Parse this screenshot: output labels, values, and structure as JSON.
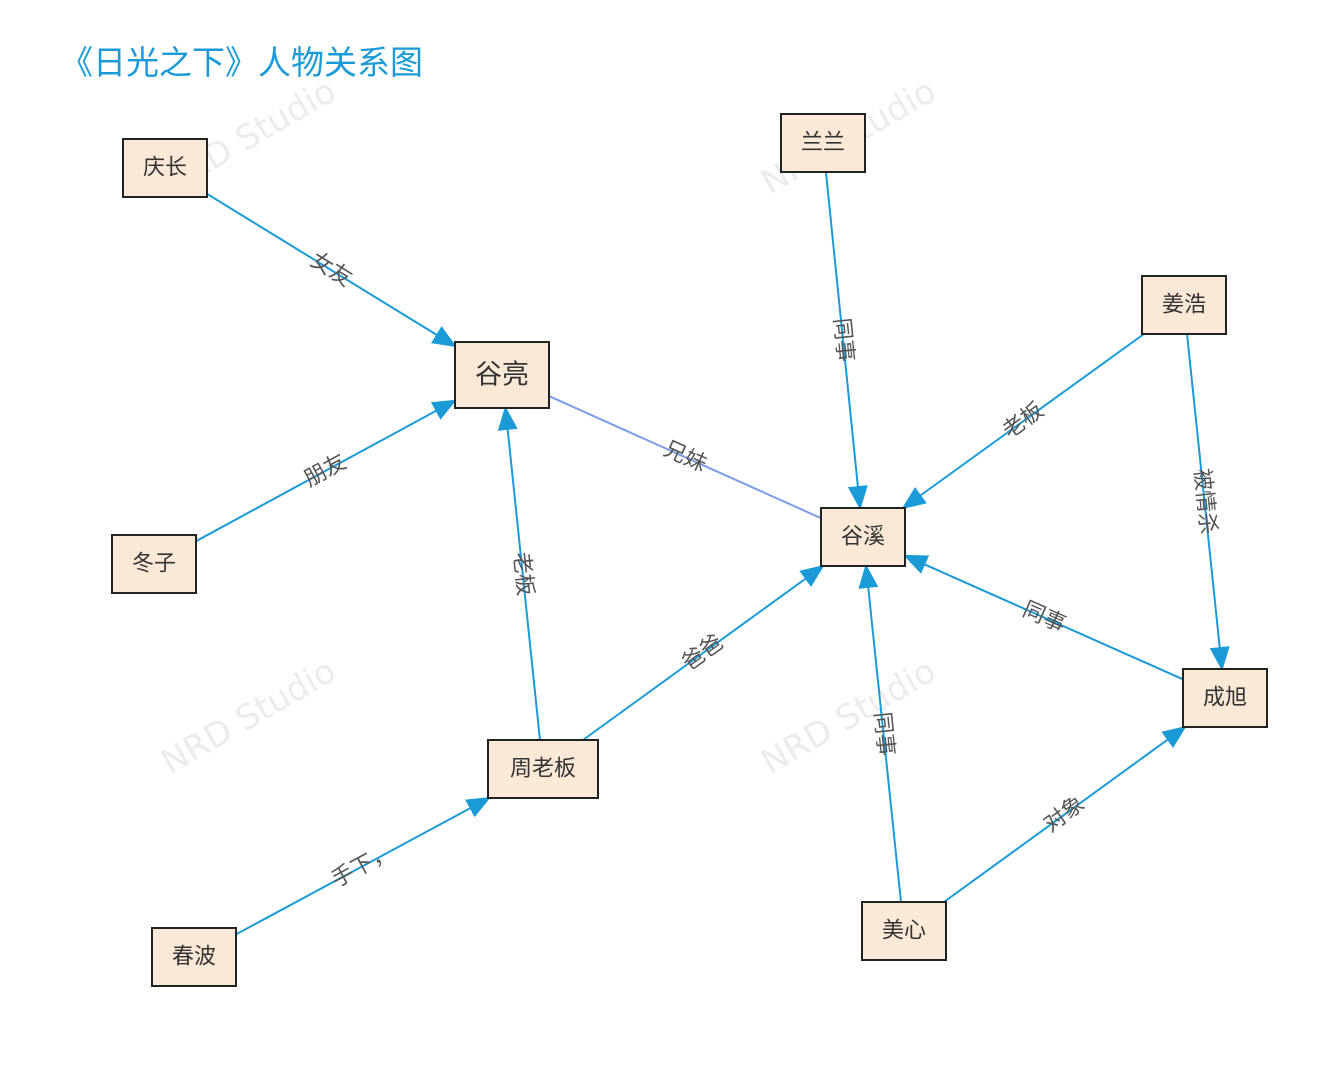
{
  "title": "《日光之下》人物关系图",
  "watermark": "NRD Studio",
  "colors": {
    "title": "#1a9bd7",
    "edge": "#1a9bd7",
    "sibling_edge": "#7b9de8",
    "node_fill": "#fbe9d7",
    "node_border": "#222222",
    "label_text": "#555555"
  },
  "nodes": [
    {
      "id": "guliang",
      "label": "谷亮"
    },
    {
      "id": "guxi",
      "label": "谷溪"
    },
    {
      "id": "qingchang",
      "label": "庆长"
    },
    {
      "id": "dongzi",
      "label": "冬子"
    },
    {
      "id": "zhoulaoban",
      "label": "周老板"
    },
    {
      "id": "chunbo",
      "label": "春波"
    },
    {
      "id": "lanlan",
      "label": "兰兰"
    },
    {
      "id": "jianghao",
      "label": "姜浩"
    },
    {
      "id": "chengxu",
      "label": "成旭"
    },
    {
      "id": "meixin",
      "label": "美心"
    }
  ],
  "edges": [
    {
      "from": "qingchang",
      "to": "guliang",
      "label": "女友",
      "directed": true
    },
    {
      "from": "dongzi",
      "to": "guliang",
      "label": "朋友",
      "directed": true
    },
    {
      "from": "zhoulaoban",
      "to": "guliang",
      "label": "老板",
      "directed": true
    },
    {
      "from": "guliang",
      "to": "guxi",
      "label": "兄妹",
      "directed": false
    },
    {
      "from": "zhoulaoban",
      "to": "guxi",
      "label": "爸爸",
      "directed": true
    },
    {
      "from": "chunbo",
      "to": "zhoulaoban",
      "label": "手下，",
      "directed": true
    },
    {
      "from": "lanlan",
      "to": "guxi",
      "label": "同事",
      "directed": true
    },
    {
      "from": "jianghao",
      "to": "guxi",
      "label": "老板",
      "directed": true
    },
    {
      "from": "jianghao",
      "to": "chengxu",
      "label": "被情杀",
      "directed": true
    },
    {
      "from": "chengxu",
      "to": "guxi",
      "label": "同事",
      "directed": true
    },
    {
      "from": "meixin",
      "to": "guxi",
      "label": "同事",
      "directed": true
    },
    {
      "from": "meixin",
      "to": "chengxu",
      "label": "对象",
      "directed": true
    }
  ]
}
